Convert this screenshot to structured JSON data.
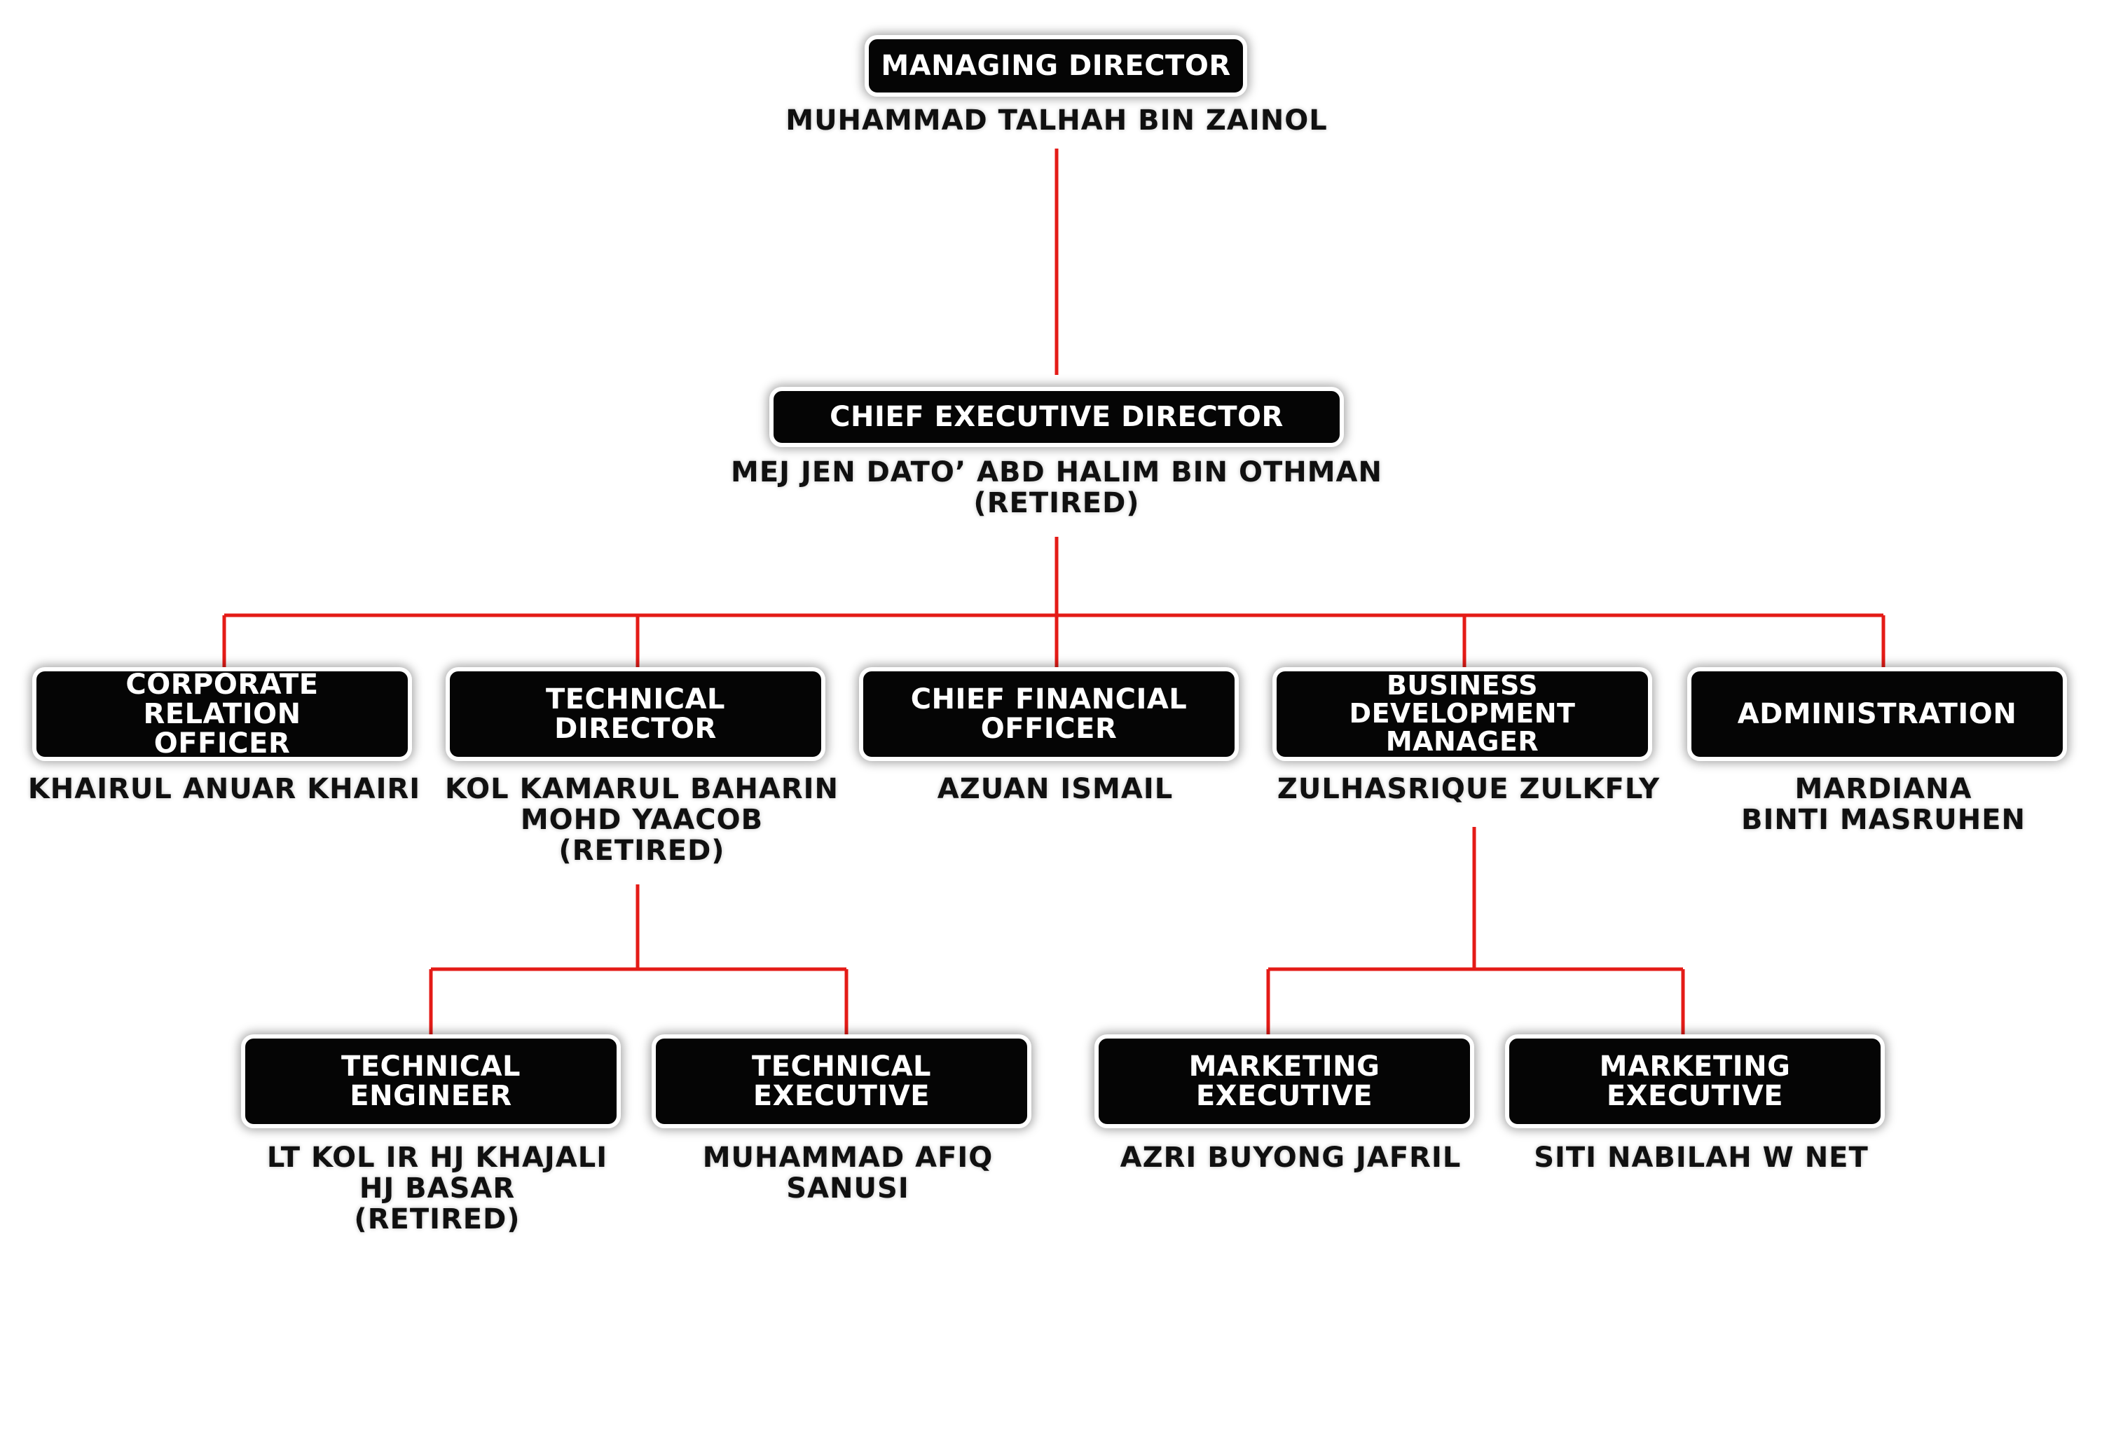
{
  "colors": {
    "connector": "#e41b17",
    "box": "#050505",
    "box_text": "#ffffff",
    "name_text": "#101010"
  },
  "nodes": {
    "md": {
      "title": "MANAGING DIRECTOR",
      "name": "MUHAMMAD TALHAH BIN ZAINOL"
    },
    "ced": {
      "title": "CHIEF EXECUTIVE DIRECTOR",
      "name": "MEJ JEN DATO’ ABD HALIM BIN OTHMAN\n(RETIRED)"
    },
    "cro": {
      "title": "CORPORATE RELATION\nOFFICER",
      "name": "KHAIRUL ANUAR KHAIRI"
    },
    "td": {
      "title": "TECHNICAL\nDIRECTOR",
      "name": "KOL KAMARUL BAHARIN\nMOHD YAACOB\n(RETIRED)"
    },
    "cfo": {
      "title": "CHIEF FINANCIAL\nOFFICER",
      "name": "AZUAN ISMAIL"
    },
    "bdm": {
      "title": "BUSINESS DEVELOPMENT\nMANAGER",
      "name": "ZULHASRIQUE ZULKFLY"
    },
    "adm": {
      "title": "ADMINISTRATION",
      "name": "MARDIANA\nBINTI MASRUHEN"
    },
    "te": {
      "title": "TECHNICAL\nENGINEER",
      "name": "LT KOL IR HJ KHAJALI\nHJ BASAR\n(RETIRED)"
    },
    "tex": {
      "title": "TECHNICAL\nEXECUTIVE",
      "name": "MUHAMMAD AFIQ\nSANUSI"
    },
    "me1": {
      "title": "MARKETING\nEXECUTIVE",
      "name": "AZRI BUYONG JAFRIL"
    },
    "me2": {
      "title": "MARKETING\nEXECUTIVE",
      "name": "SITI NABILAH W NET"
    }
  }
}
